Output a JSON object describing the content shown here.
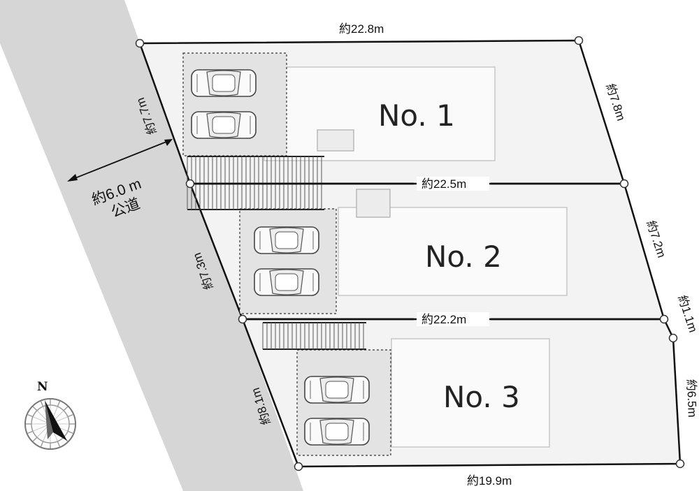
{
  "lots": [
    {
      "label": "No. 1"
    },
    {
      "label": "No. 2"
    },
    {
      "label": "No. 3"
    }
  ],
  "dimensions": {
    "top": "約22.8m",
    "divider_1_2": "約22.5m",
    "divider_2_3": "約22.2m",
    "bottom": "約19.9m",
    "front_1": "約7.7m",
    "front_2": "約7.3m",
    "front_3": "約8.1m",
    "right_1": "約7.8m",
    "right_2": "約7.2m",
    "right_jog": "約1.1m",
    "right_3": "約6.5m"
  },
  "road": {
    "width": "約6.0 m",
    "type": "公道"
  },
  "compass": {
    "north": "N"
  },
  "colors": {
    "road": "#d6d6d6",
    "lot": "#f3f3f3",
    "parking": "#e3e3e3",
    "boundary": "#111111"
  }
}
